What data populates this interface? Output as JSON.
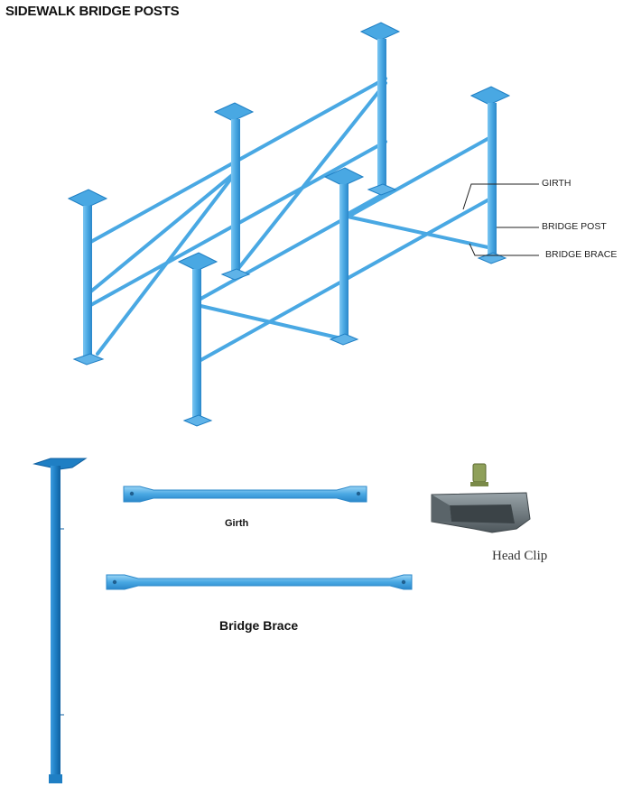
{
  "title": "SIDEWALK BRIDGE POSTS",
  "callouts": {
    "girth": "GIRTH",
    "bridge_post": "BRIDGE POST",
    "bridge_brace": "BRIDGE BRACE"
  },
  "parts": {
    "girth": "Girth",
    "bridge_brace": "Bridge Brace",
    "head_clip": "Head Clip"
  },
  "colors": {
    "steel_blue": "#49a8e3",
    "steel_blue_dark": "#1f7fc4",
    "head_clip_gray": "#6f7a80"
  }
}
